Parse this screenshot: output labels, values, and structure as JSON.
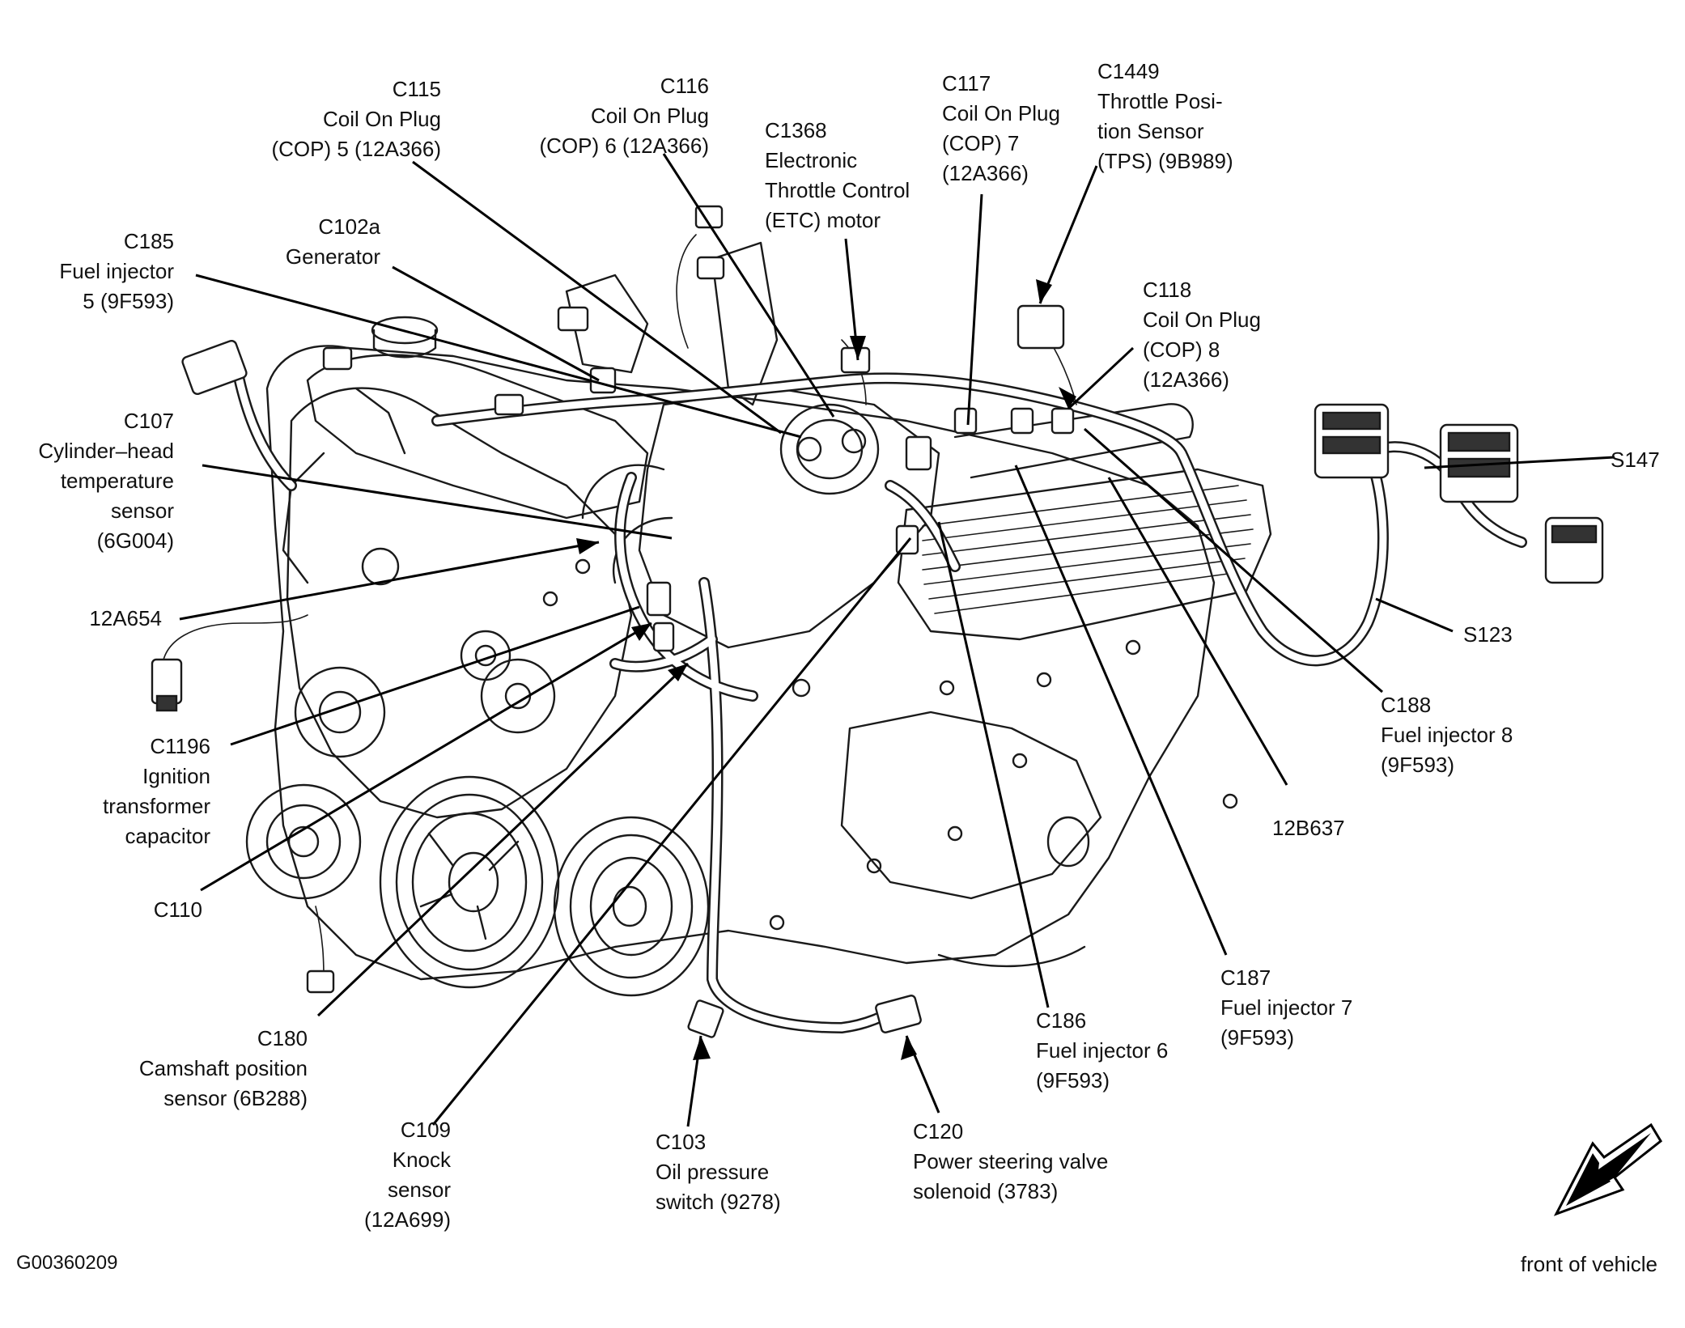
{
  "labels": {
    "c115": [
      "C115",
      "Coil On Plug",
      "(COP) 5 (12A366)"
    ],
    "c116": [
      "C116",
      "Coil On Plug",
      "(COP) 6 (12A366)"
    ],
    "c1368": [
      "C1368",
      "Electronic",
      "Throttle Control",
      "(ETC) motor"
    ],
    "c117": [
      "C117",
      "Coil On Plug",
      "(COP) 7",
      "(12A366)"
    ],
    "c1449": [
      "C1449",
      "Throttle Posi-",
      "tion Sensor",
      "(TPS) (9B989)"
    ],
    "c185": [
      "C185",
      "Fuel injector",
      "5 (9F593)"
    ],
    "c102a": [
      "C102a",
      "Generator"
    ],
    "c118": [
      "C118",
      "Coil On Plug",
      "(COP) 8",
      "(12A366)"
    ],
    "c107": [
      "C107",
      "Cylinder–head",
      "temperature",
      "sensor",
      "(6G004)"
    ],
    "s147": [
      "S147"
    ],
    "a12a654": [
      "12A654"
    ],
    "s123": [
      "S123"
    ],
    "c188": [
      "C188",
      "Fuel injector 8",
      "(9F593)"
    ],
    "c1196": [
      "C1196",
      "Ignition",
      "transformer",
      "capacitor"
    ],
    "b12b637": [
      "12B637"
    ],
    "c110": [
      "C110"
    ],
    "c187": [
      "C187",
      "Fuel injector 7",
      "(9F593)"
    ],
    "c186": [
      "C186",
      "Fuel injector 6",
      "(9F593)"
    ],
    "c180": [
      "C180",
      "Camshaft position",
      "sensor (6B288)"
    ],
    "c109": [
      "C109",
      "Knock",
      "sensor",
      "(12A699)"
    ],
    "c103": [
      "C103",
      "Oil pressure",
      "switch (9278)"
    ],
    "c120": [
      "C120",
      "Power steering valve",
      "solenoid (3783)"
    ]
  },
  "figure_id": "G00360209",
  "direction_caption": "front of vehicle",
  "colors": {
    "ink": "#111111",
    "background": "#ffffff"
  }
}
